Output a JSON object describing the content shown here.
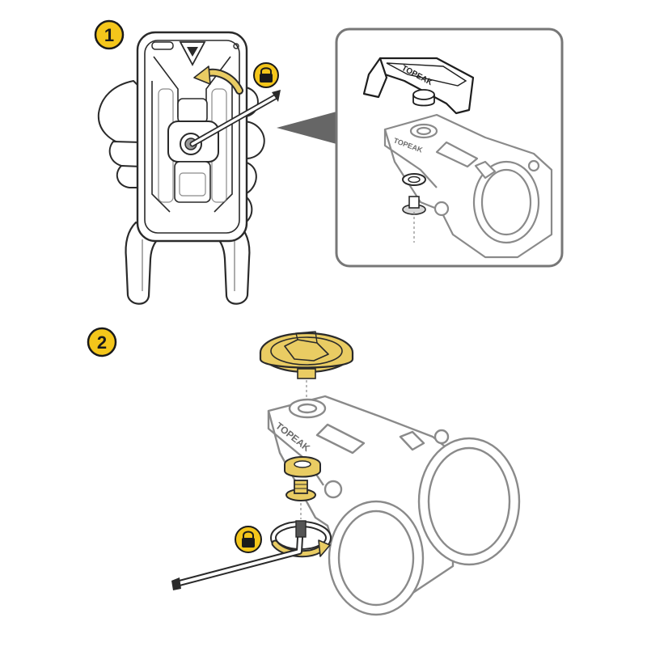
{
  "steps": [
    {
      "number": "1"
    },
    {
      "number": "2"
    }
  ],
  "brand": {
    "name": "TOPEAK"
  },
  "icons": {
    "lock": "lock-icon",
    "rotate": "curved-arrow-icon",
    "hex_key": "hex-key-icon"
  },
  "colors": {
    "badge": "#f4c61b",
    "accent_gold": "#e9cc63",
    "line": "#2a2a2a",
    "light_line": "#8a8a8a",
    "frame": "#777777"
  }
}
